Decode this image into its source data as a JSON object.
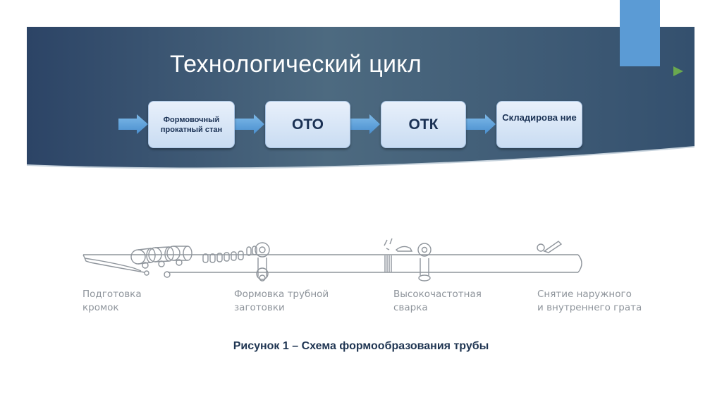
{
  "slide": {
    "title": "Технологический цикл",
    "accent_color": "#5b9bd5",
    "banner_color": "#3b566f"
  },
  "flow": {
    "steps": [
      {
        "label": "Формовочный прокатный стан"
      },
      {
        "label": "ОТО"
      },
      {
        "label": "ОТК"
      },
      {
        "label": "Складирова ние"
      }
    ],
    "arrow_color": "#5fa3dc"
  },
  "diagram": {
    "stages": [
      {
        "label": "Подготовка\nкромок"
      },
      {
        "label": "Формовка трубной\nзаготовки"
      },
      {
        "label": "Высокочастотная\nсварка"
      },
      {
        "label": "Снятие наружного\nи внутреннего грата"
      }
    ],
    "caption": "Рисунок 1 – Схема формообразования трубы"
  },
  "icons": [
    "right-arrow-icon",
    "roller-icon",
    "welding-spark-icon",
    "cutter-icon"
  ]
}
